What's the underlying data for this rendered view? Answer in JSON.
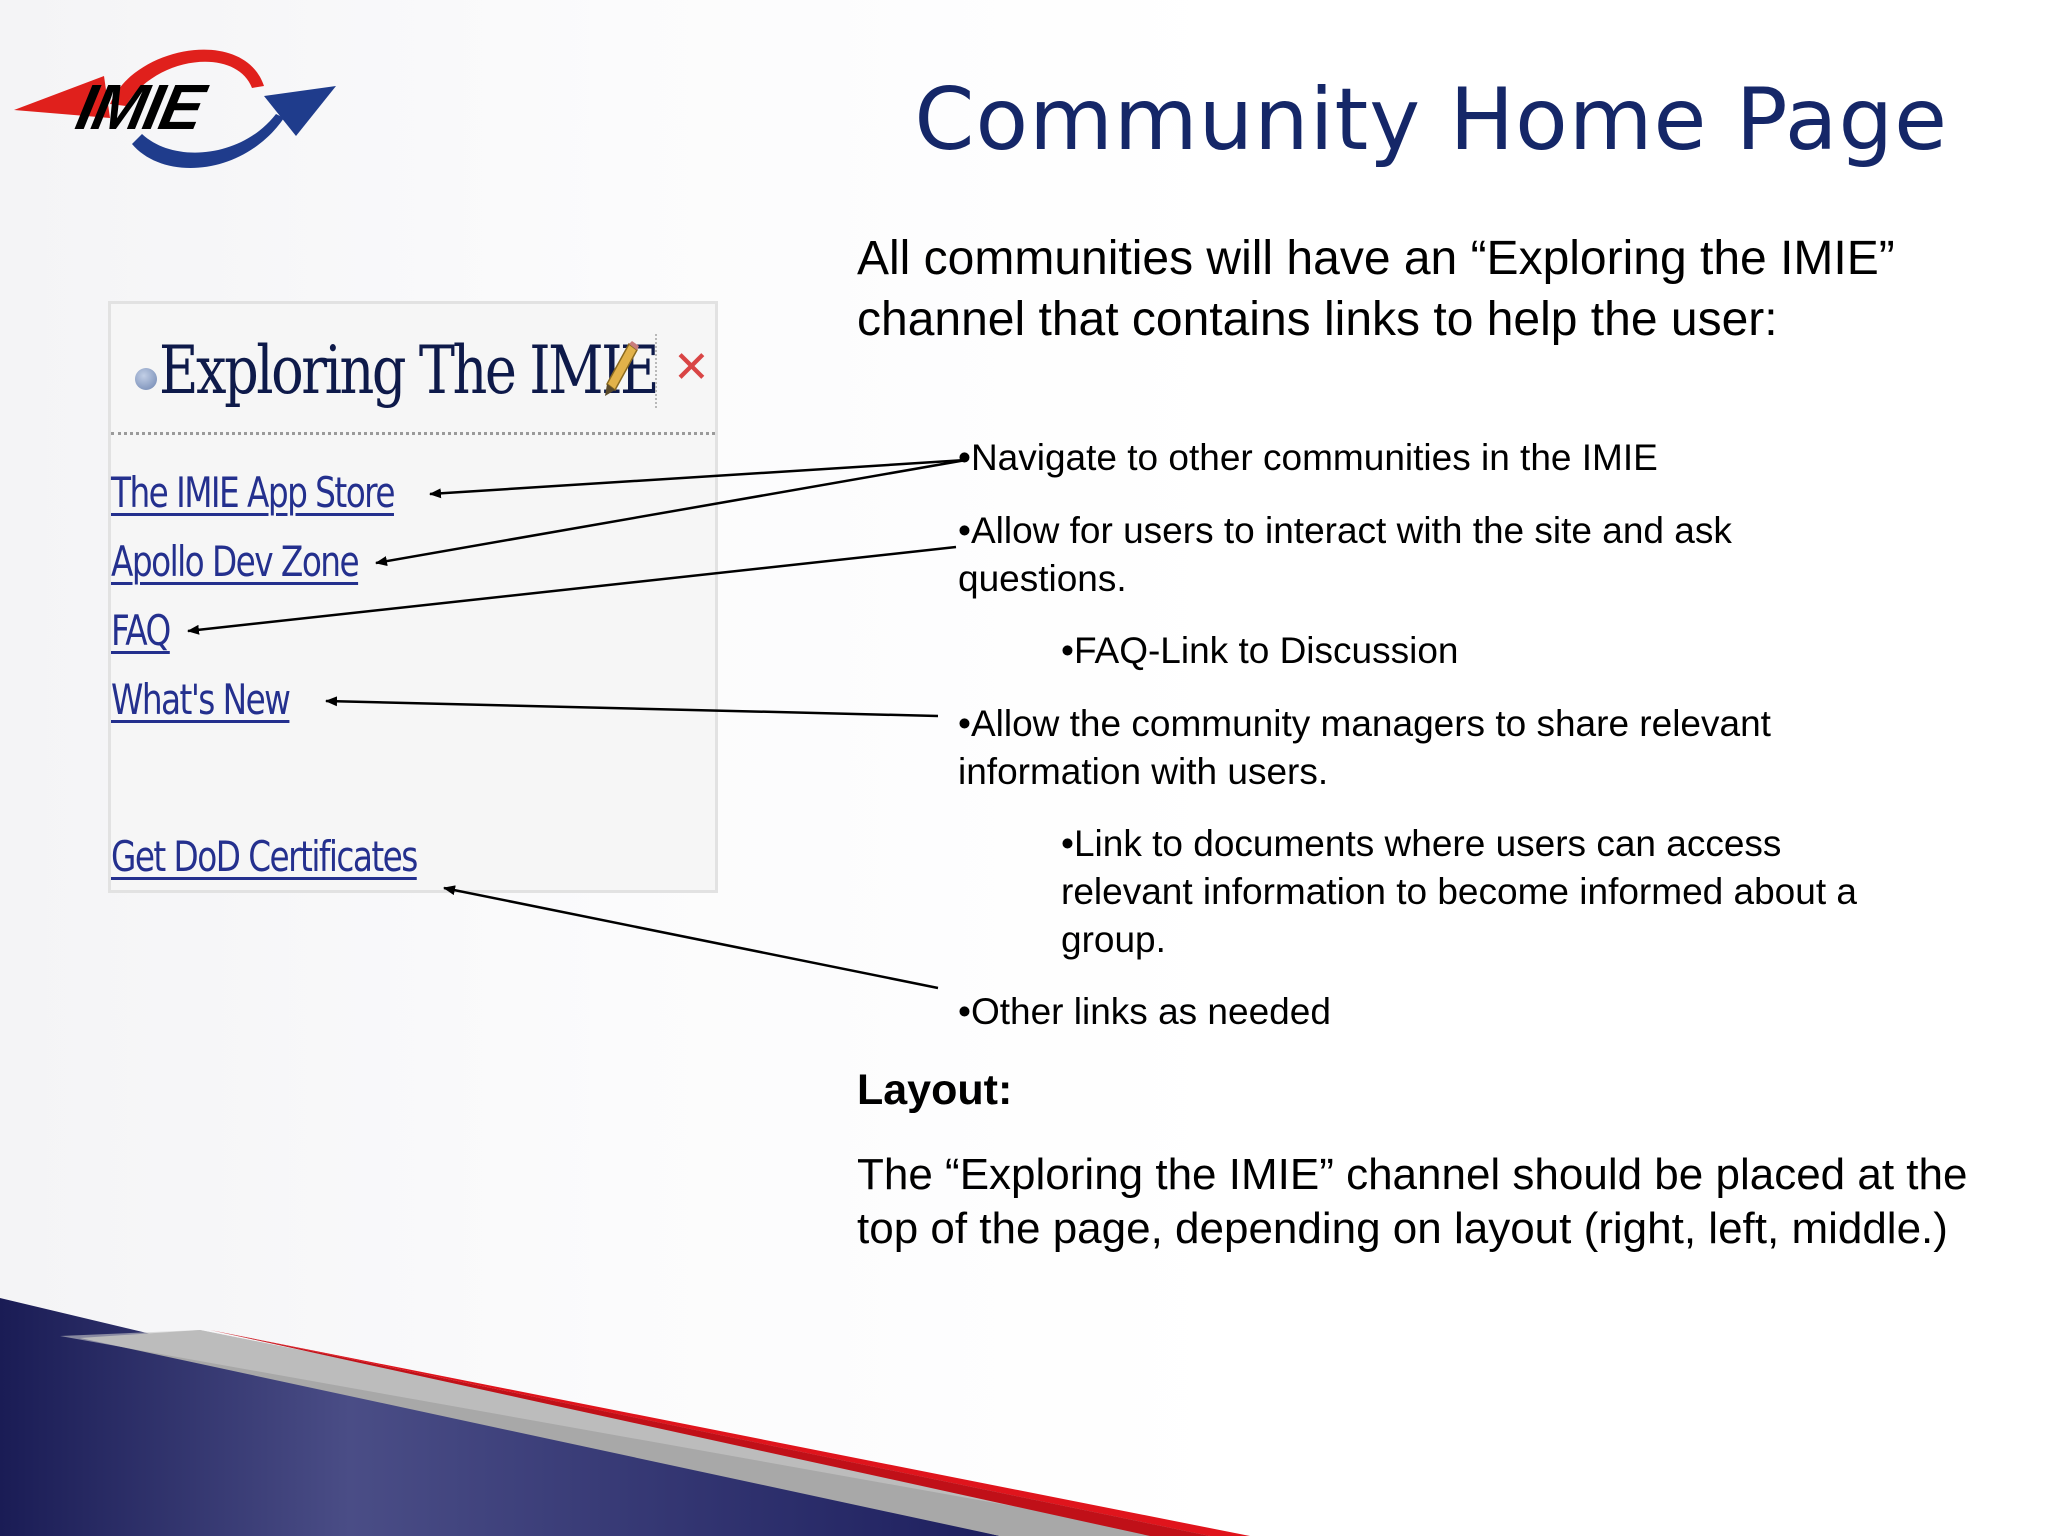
{
  "logo": {
    "text": "IMIE",
    "colors": {
      "red": "#e0201c",
      "blue": "#1f3c8c",
      "black": "#000000"
    }
  },
  "title": "Community Home Page",
  "channel": {
    "title": "Exploring The IMIE",
    "links": [
      "The IMIE App Store",
      "Apollo Dev Zone",
      "FAQ",
      "What's New",
      "Get DoD Certificates"
    ]
  },
  "intro": "All communities will have an “Exploring the IMIE” channel that contains links to help the user:",
  "bullets": [
    {
      "line1": "•Navigate to other communities in the IMIE"
    },
    {
      "line1": "•Allow for users to interact with the site and ask",
      "line2": "questions."
    },
    {
      "line1": "•FAQ-Link to Discussion"
    },
    {
      "line1": "•Allow the community managers to share relevant",
      "line2": "information with users."
    },
    {
      "line1": "•Link to documents where users can access",
      "line2": "relevant information to become informed about a",
      "line3": "group."
    },
    {
      "line1": "•Other links as needed"
    }
  ],
  "layout": {
    "heading": "Layout:",
    "body": "The “Exploring the IMIE” channel should be placed at the top of the page, depending on layout (right, left, middle.)"
  },
  "colors": {
    "title": "#152768",
    "link": "#24308e",
    "swoosh_navy": "#1b1d5c",
    "swoosh_red": "#e0141c",
    "swoosh_gray": "#a8a8a8"
  }
}
